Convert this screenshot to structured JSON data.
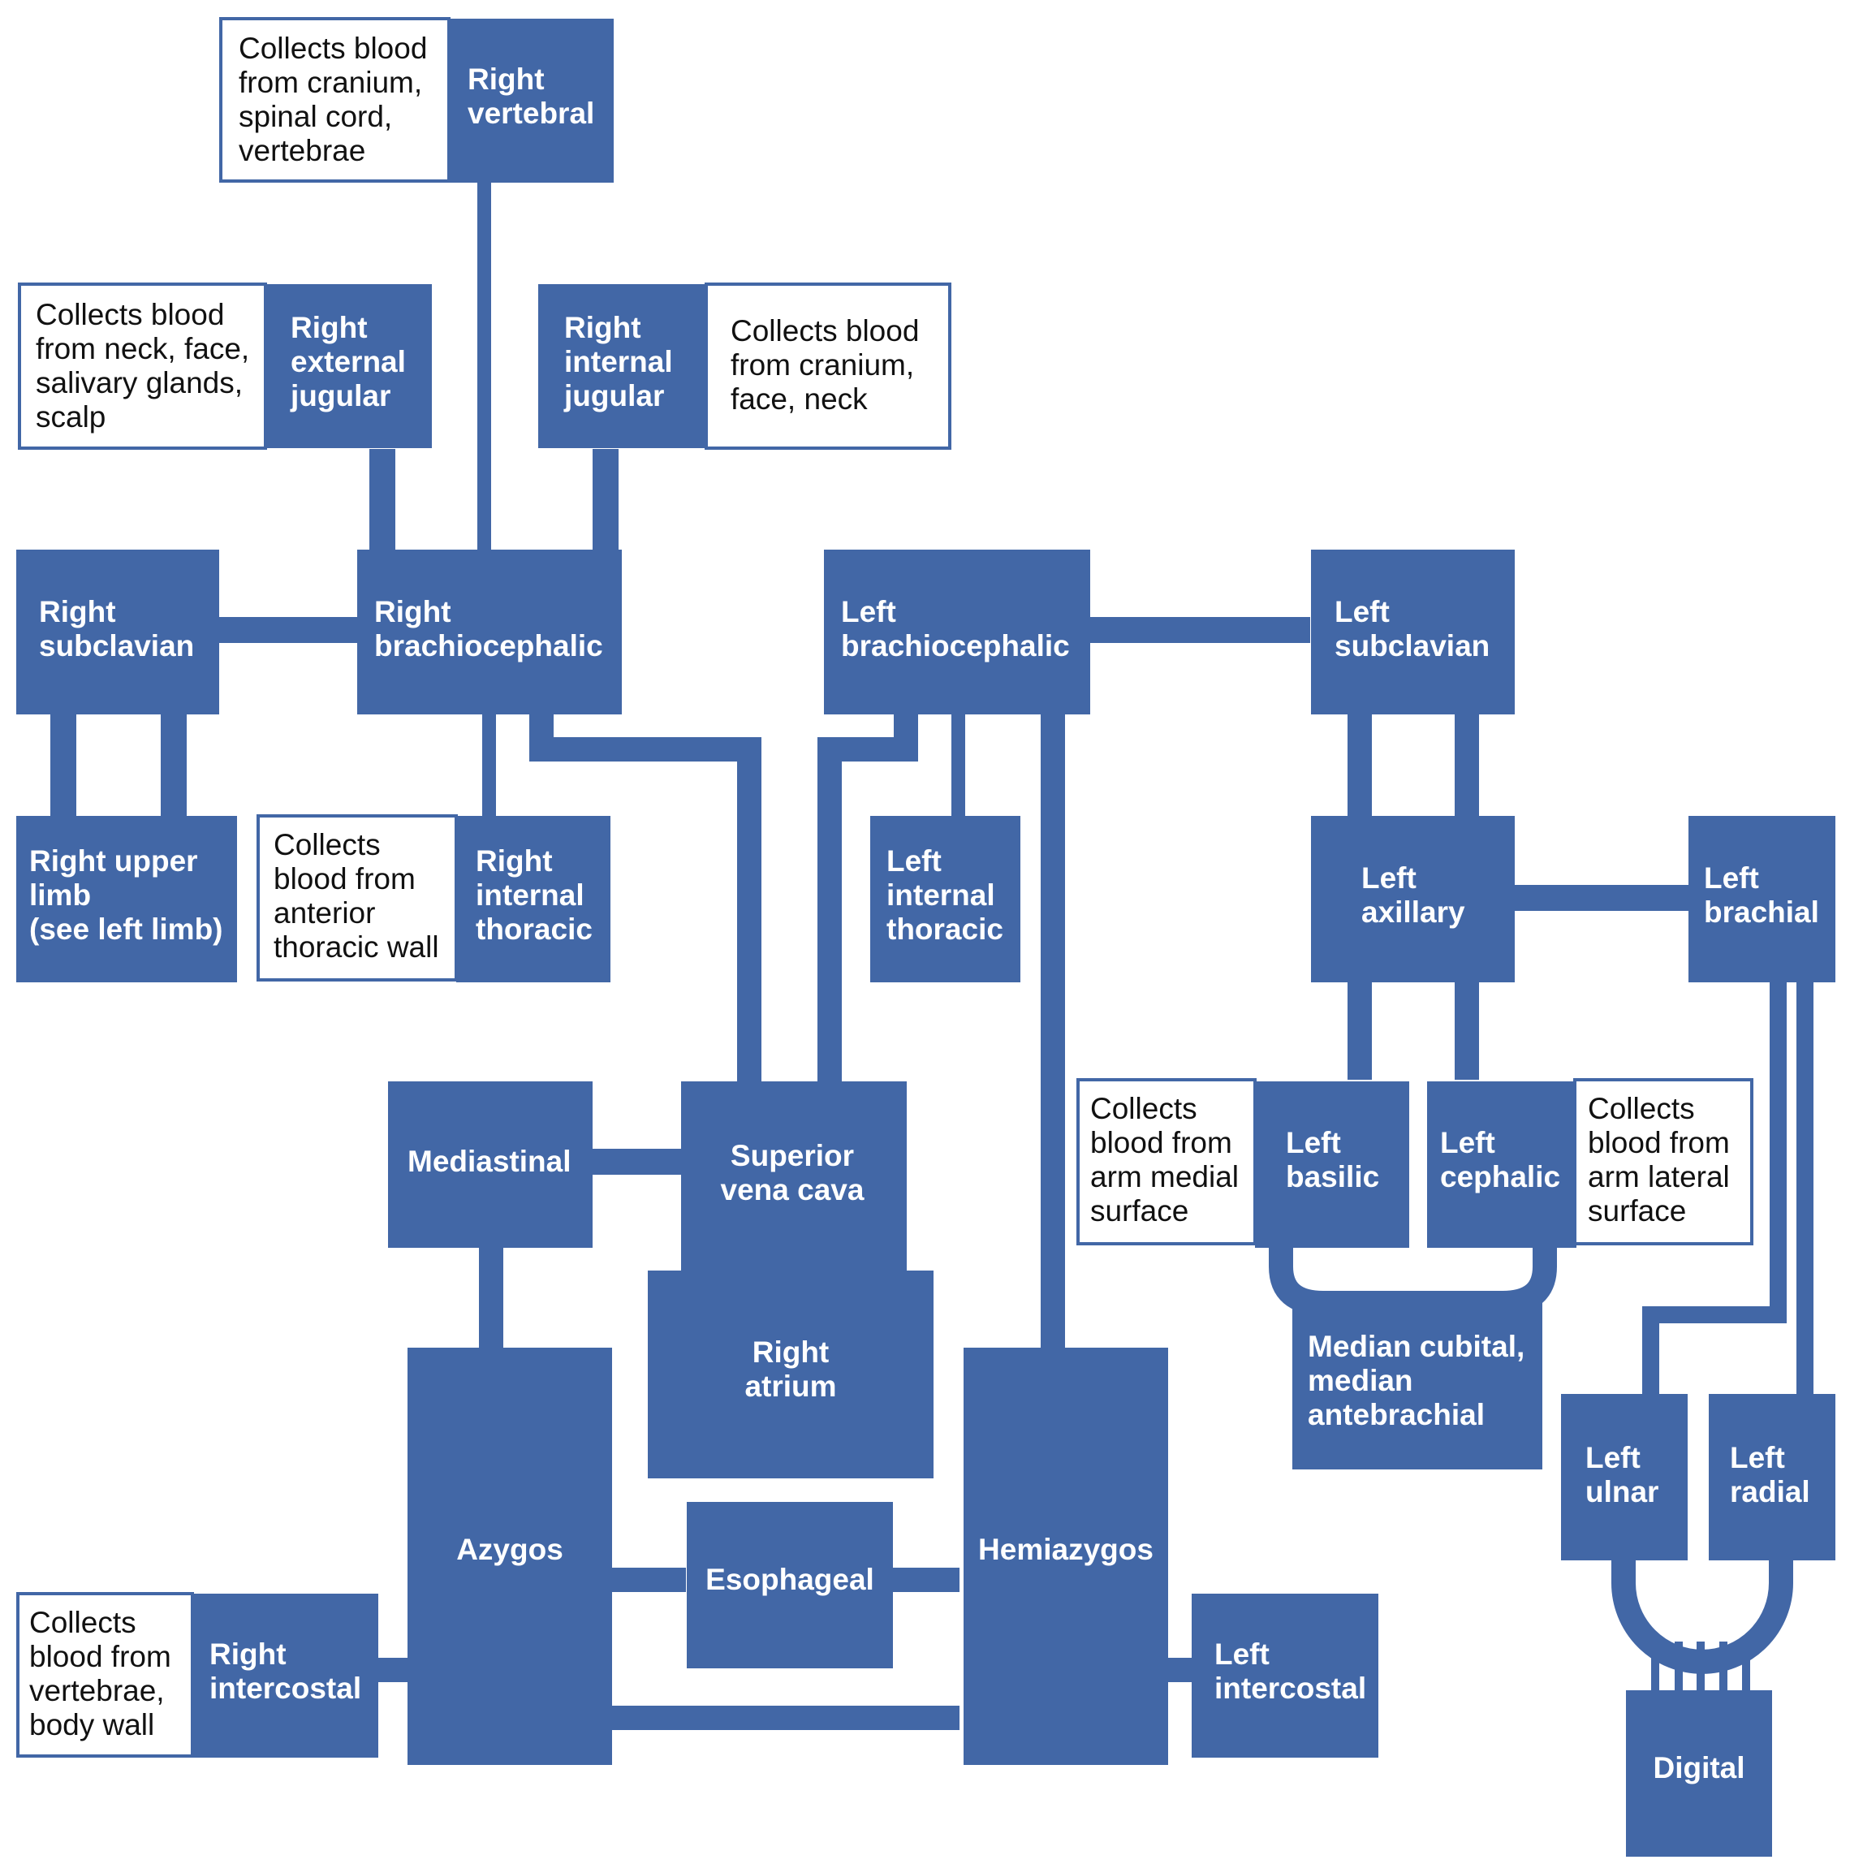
{
  "veins": {
    "right_vertebral": [
      "Right",
      "vertebral"
    ],
    "right_external_jugular": [
      "Right",
      "external",
      "jugular"
    ],
    "right_internal_jugular": [
      "Right",
      "internal",
      "jugular"
    ],
    "right_subclavian": [
      "Right",
      "subclavian"
    ],
    "right_brachiocephalic": [
      "Right",
      "brachiocephalic"
    ],
    "left_brachiocephalic": [
      "Left",
      "brachiocephalic"
    ],
    "left_subclavian": [
      "Left",
      "subclavian"
    ],
    "right_upper_limb": [
      "Right upper",
      "limb",
      "(see left limb)"
    ],
    "right_internal_thoracic": [
      "Right",
      "internal",
      "thoracic"
    ],
    "left_internal_thoracic": [
      "Left",
      "internal",
      "thoracic"
    ],
    "left_axillary": [
      "Left",
      "axillary"
    ],
    "left_brachial": [
      "Left",
      "brachial"
    ],
    "mediastinal": [
      "Mediastinal"
    ],
    "superior_vena_cava": [
      "Superior",
      "vena cava"
    ],
    "left_basilic": [
      "Left",
      "basilic"
    ],
    "left_cephalic": [
      "Left",
      "cephalic"
    ],
    "right_atrium": [
      "Right",
      "atrium"
    ],
    "median_cubital": [
      "Median cubital,",
      "median",
      "antebrachial"
    ],
    "azygos": [
      "Azygos"
    ],
    "hemiazygos": [
      "Hemiazygos"
    ],
    "esophageal": [
      "Esophageal"
    ],
    "left_ulnar": [
      "Left",
      "ulnar"
    ],
    "left_radial": [
      "Left",
      "radial"
    ],
    "right_intercostal": [
      "Right",
      "intercostal"
    ],
    "left_intercostal": [
      "Left",
      "intercostal"
    ],
    "digital": [
      "Digital"
    ]
  },
  "descriptions": {
    "right_vertebral": [
      "Collects blood",
      "from cranium,",
      "spinal cord,",
      "vertebrae"
    ],
    "right_external_jugular": [
      "Collects blood",
      "from neck, face,",
      "salivary glands,",
      "scalp"
    ],
    "right_internal_jugular": [
      "Collects blood",
      "from cranium,",
      "face, neck"
    ],
    "right_internal_thoracic": [
      "Collects",
      "blood from",
      "anterior",
      "thoracic wall"
    ],
    "left_basilic": [
      "Collects",
      "blood from",
      "arm medial",
      "surface"
    ],
    "left_cephalic": [
      "Collects",
      "blood from",
      "arm lateral",
      "surface"
    ],
    "right_intercostal": [
      "Collects",
      "blood from",
      "vertebrae,",
      "body wall"
    ]
  },
  "colors": {
    "vein_fill": "#4267a6",
    "vein_text": "#ffffff",
    "description_text": "#111111"
  }
}
